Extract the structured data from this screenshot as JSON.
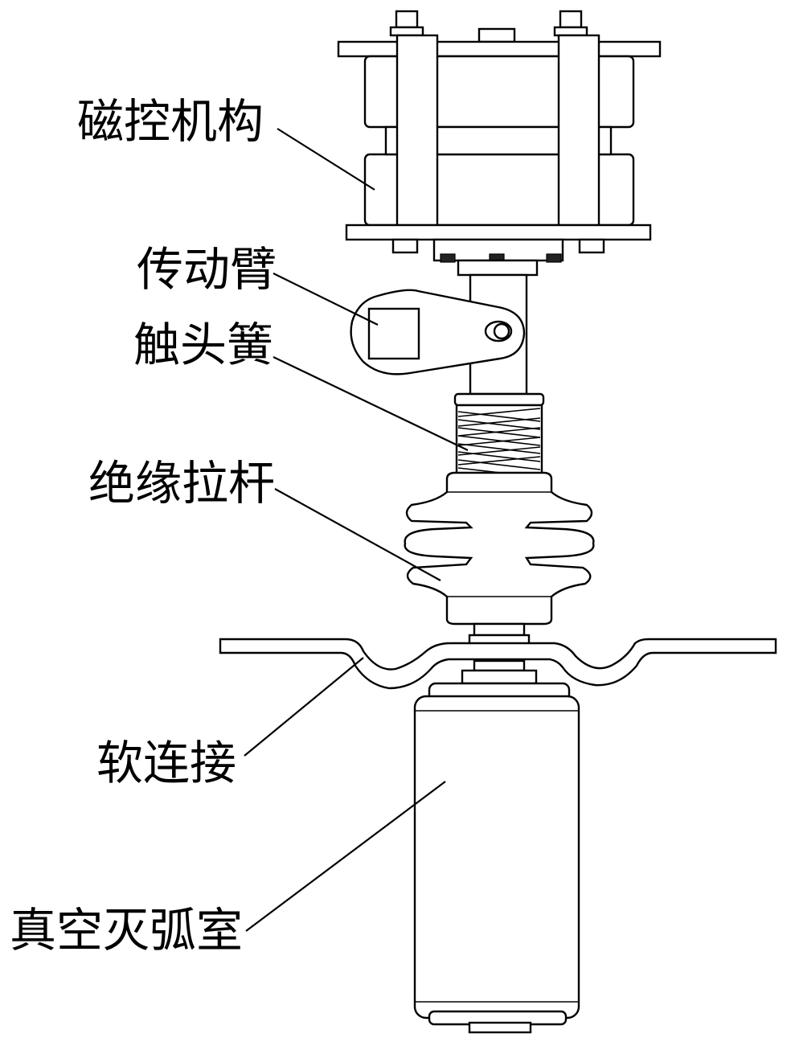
{
  "labels": {
    "magnetic_mechanism": "磁控机构",
    "transmission_arm": "传动臂",
    "contact_spring": "触头簧",
    "insulating_rod": "绝缘拉杆",
    "flexible_connection": "软连接",
    "vacuum_interrupter": "真空灭弧室"
  },
  "colors": {
    "line": "#000000",
    "background": "#ffffff"
  }
}
